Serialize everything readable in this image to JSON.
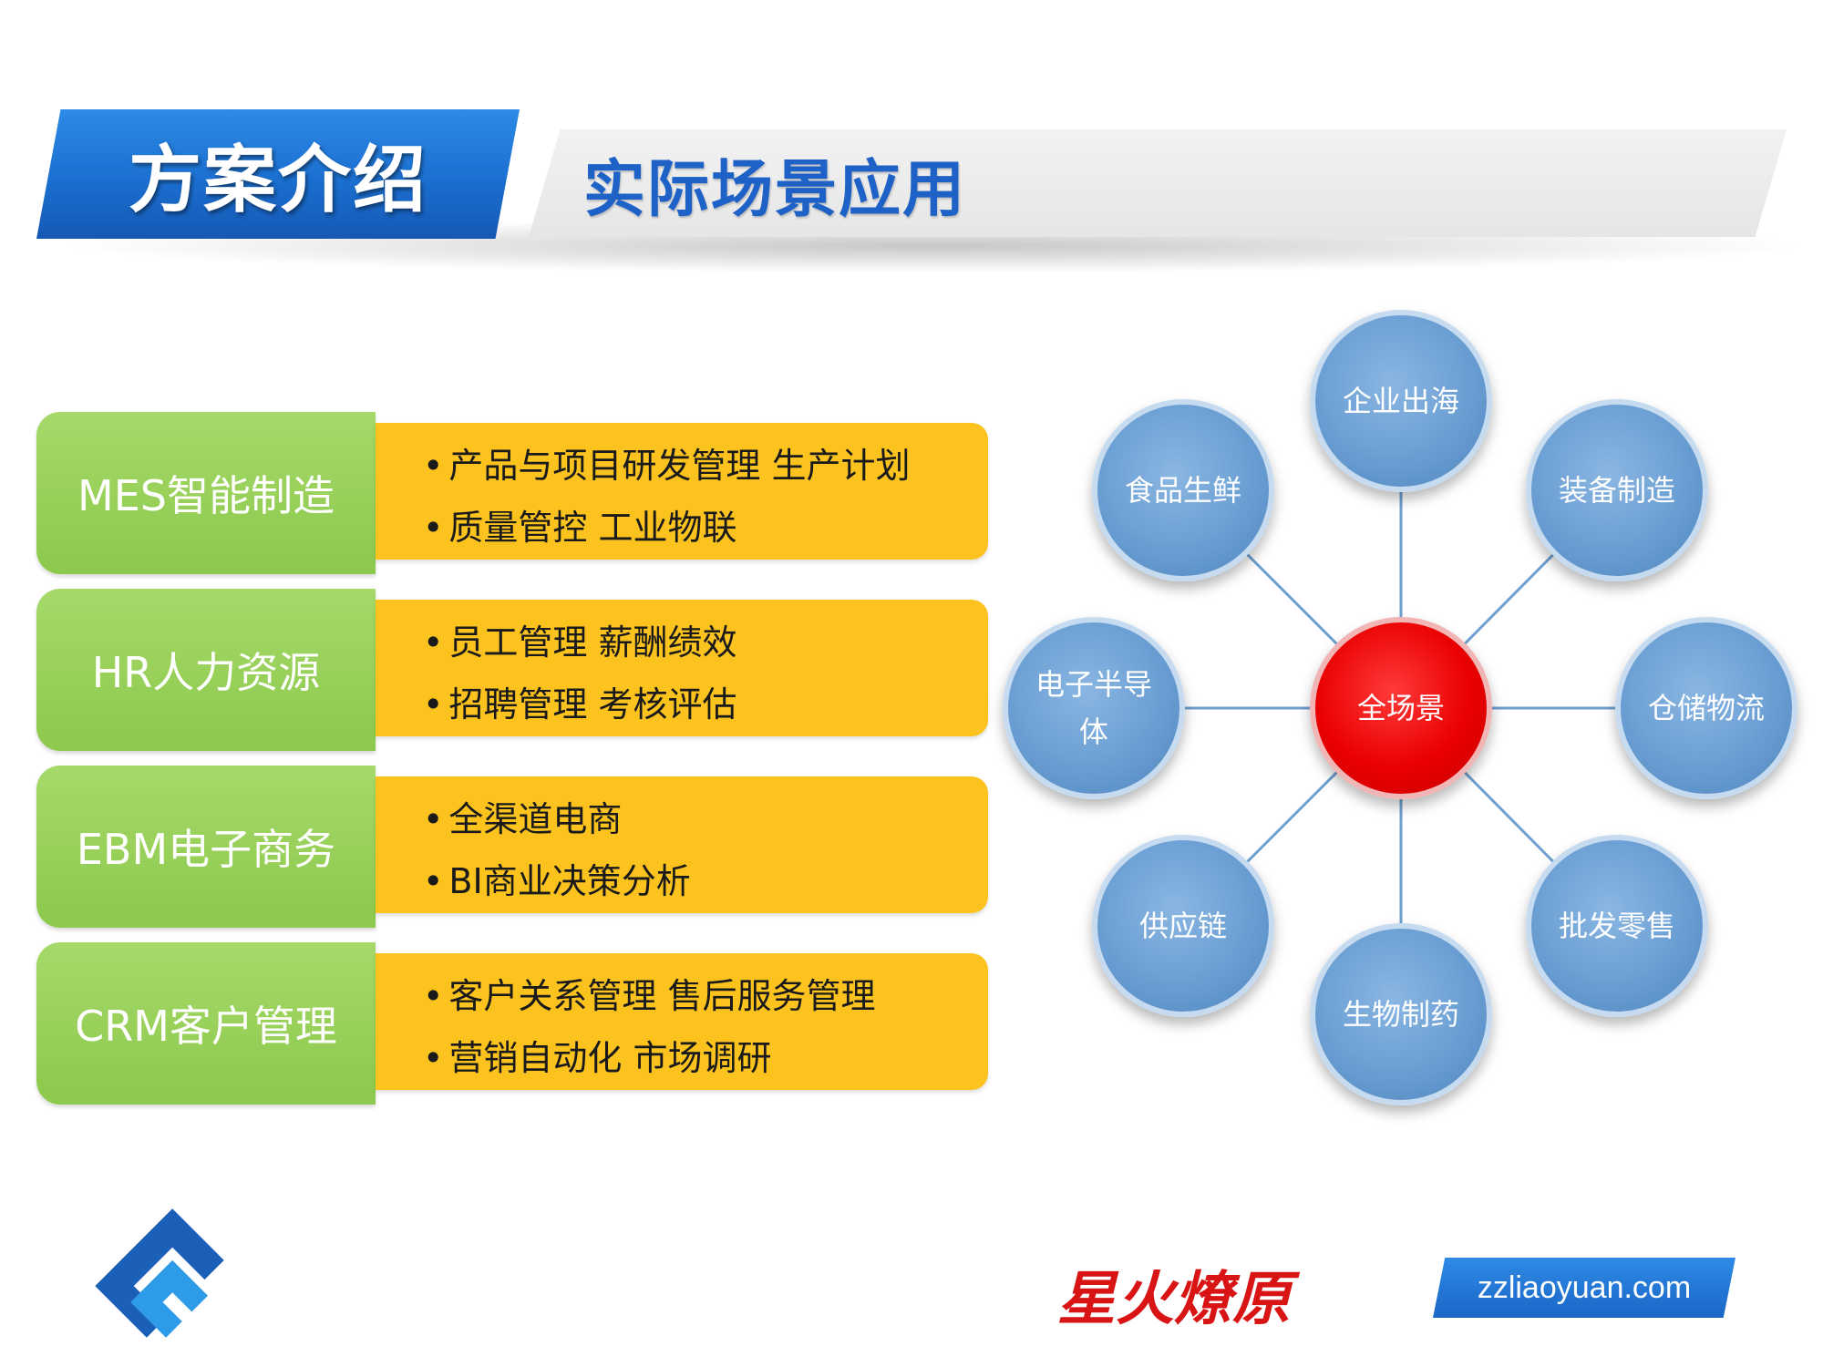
{
  "header": {
    "section": "方案介绍",
    "title": "实际场景应用"
  },
  "rows": [
    {
      "label": "MES智能制造",
      "items": [
        "产品与项目研发管理  生产计划",
        "质量管控  工业物联"
      ]
    },
    {
      "label": "HR人力资源",
      "items": [
        "员工管理  薪酬绩效",
        "招聘管理  考核评估"
      ]
    },
    {
      "label": "EBM电子商务",
      "items": [
        "全渠道电商",
        "BI商业决策分析"
      ]
    },
    {
      "label": "CRM客户管理",
      "items": [
        "客户关系管理  售后服务管理",
        "营销自动化  市场调研"
      ]
    }
  ],
  "diagram": {
    "center": "全场景",
    "nodes": [
      {
        "lines": [
          "企业出海"
        ]
      },
      {
        "lines": [
          "装备制造"
        ]
      },
      {
        "lines": [
          "仓储物流"
        ]
      },
      {
        "lines": [
          "批发零售"
        ]
      },
      {
        "lines": [
          "生物制药"
        ]
      },
      {
        "lines": [
          "供应链"
        ]
      },
      {
        "lines": [
          "电子半导",
          "体"
        ]
      },
      {
        "lines": [
          "食品生鲜"
        ]
      }
    ]
  },
  "footer": {
    "slogan": "星火燎原",
    "website": "zzliaoyuan.com"
  },
  "colors": {
    "blue": "#1b6fd0",
    "green": "#8cc94c",
    "yellow": "#fcc31f",
    "node_blue": "#6a9ed3",
    "center_red": "#ea0000"
  }
}
